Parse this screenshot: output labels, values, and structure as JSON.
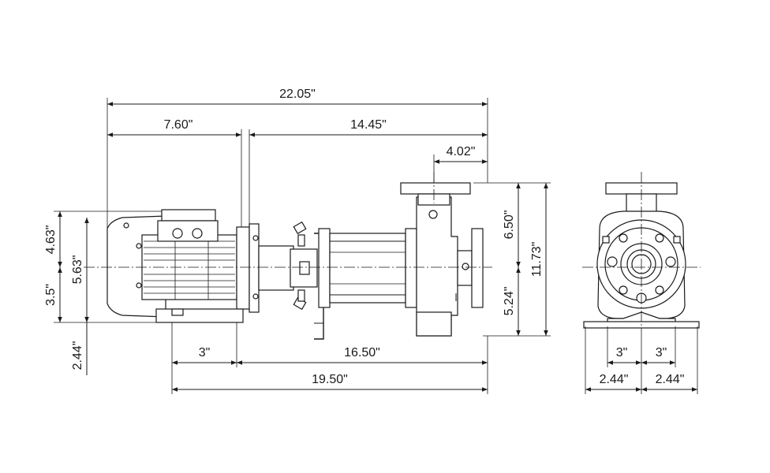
{
  "dimensions": {
    "overall_length": "22.05\"",
    "motor_length": "7.60\"",
    "pump_length": "14.45\"",
    "discharge_offset": "4.02\"",
    "discharge_height": "6.50\"",
    "overall_height": "11.73\"",
    "suction_height": "5.24\"",
    "motor_top": "4.63\"",
    "motor_height": "5.63\"",
    "shaft_height": "3.5\"",
    "base_height": "2.44\"",
    "foot_to_bolt": "3\"",
    "bolt_spacing": "16.50\"",
    "base_length": "19.50\"",
    "end_foot_left": "3\"",
    "end_foot_right": "3\"",
    "end_base_left": "2.44\"",
    "end_base_right": "2.44\""
  }
}
